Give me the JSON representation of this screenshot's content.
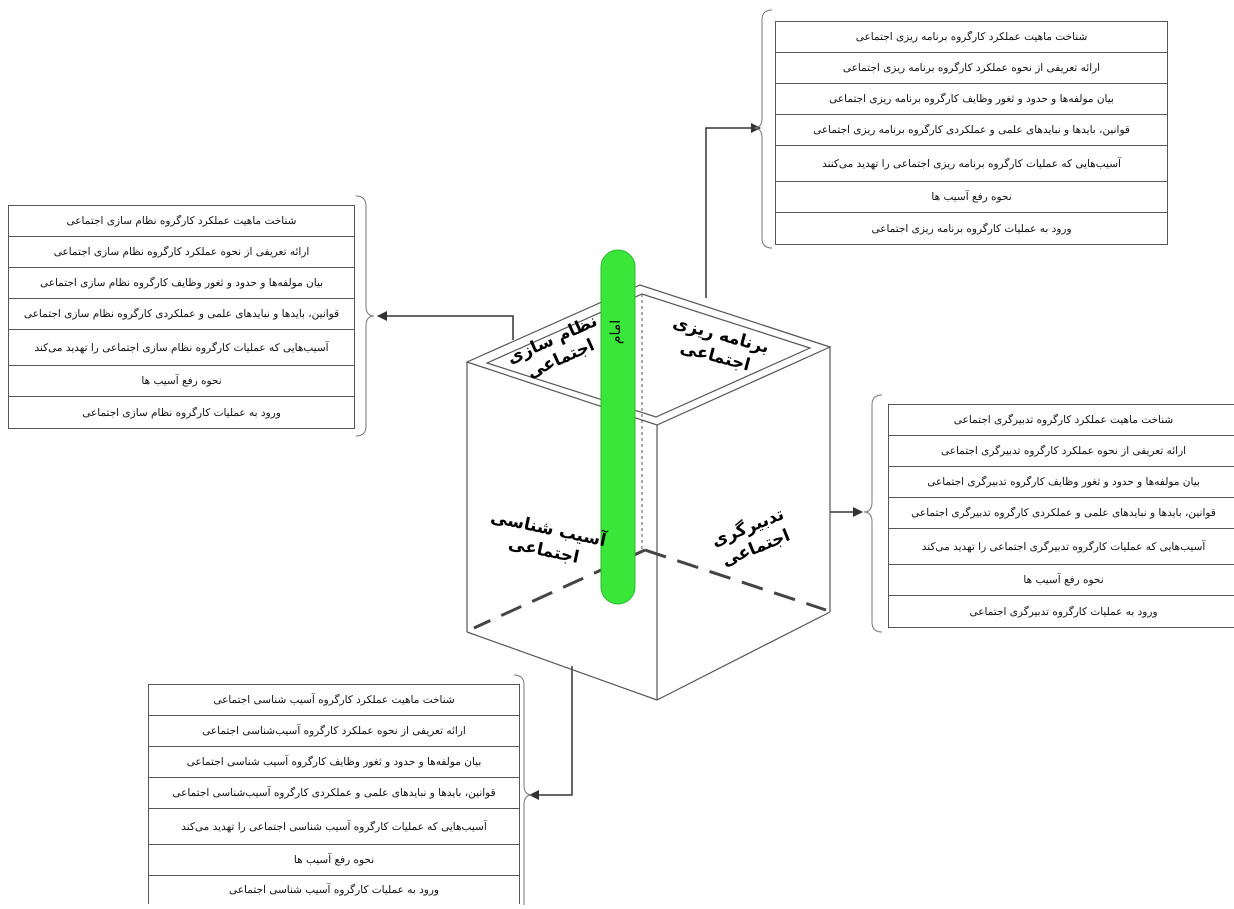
{
  "cube": {
    "top_right_label": [
      "برنامه ریزی",
      "اجتماعی"
    ],
    "top_left_label": [
      "نظام سازی",
      "اجتماعی"
    ],
    "left_label": [
      "آسیب شناسی",
      "اجتماعی"
    ],
    "right_label": [
      "تدبیرگری",
      "اجتماعی"
    ],
    "pillar_label": "امام",
    "pillar_color": "#39e639"
  },
  "panels": {
    "planning": {
      "rows": [
        "شناخت ماهیت عملکرد کارگروه برنامه ریزی اجتماعی",
        "ارائه تعریفی از نحوه عملکرد کارگروه برنامه ریزی اجتماعی",
        "بیان مولفه‌ها و حدود و ثغور وظایف کارگروه برنامه ریزی اجتماعی",
        "قوانین، بایدها و نبایدهای علمی و عملکردی کارگروه برنامه ریزی اجتماعی",
        "آسیب‌هایی که عملیات کارگروه برنامه ریزی اجتماعی را تهدید می‌کنند",
        "نحوه رفع آسیب ها",
        "ورود به عملیات کارگروه برنامه ریزی اجتماعی"
      ]
    },
    "system_building": {
      "rows": [
        "شناخت ماهیت عملکرد کارگروه نظام سازی اجتماعی",
        "ارائه تعریفی از نحوه عملکرد کارگروه نظام سازی اجتماعی",
        "بیان مولفه‌ها و حدود و ثغور وظایف کارگروه نظام سازی اجتماعی",
        "قوانین، بایدها و نبایدهای علمی و عملکردی کارگروه نظام سازی اجتماعی",
        "آسیب‌هایی که عملیات کارگروه نظام سازی اجتماعی را تهدید می‌کند",
        "نحوه رفع آسیب ها",
        "ورود به عملیات کارگروه نظام سازی اجتماعی"
      ]
    },
    "governance": {
      "rows": [
        "شناخت ماهیت عملکرد کارگروه تدبیرگری اجتماعی",
        "ارائه تعریفی از نحوه عملکرد کارگروه تدبیرگری اجتماعی",
        "بیان مولفه‌ها و حدود و ثغور وظایف کارگروه تدبیرگری  اجتماعی",
        "قوانین، بایدها و نبایدهای علمی و عملکردی کارگروه تدبیرگری اجتماعی",
        "آسیب‌هایی که عملیات کارگروه تدبیرگری اجتماعی را تهدید می‌کند",
        "نحوه رفع آسیب ها",
        "ورود به عملیات کارگروه تدبیرگری اجتماعی"
      ]
    },
    "pathology": {
      "rows": [
        "شناخت ماهیت عملکرد کارگروه آسیب شناسی اجتماعی",
        "ارائه تعریفی از نحوه عملکرد کارگروه آسیب‌شناسی اجتماعی",
        "بیان مولفه‌ها و حدود و ثغور وظایف کارگروه آسیب شناسی اجتماعی",
        "قوانین، بایدها و نبایدهای علمی و عملکردی کارگروه آسیب‌شناسی اجتماعی",
        "آسیب‌هایی که عملیات کارگروه آسیب شناسی اجتماعی را تهدید می‌کند",
        "نحوه رفع آسیب ها",
        "ورود به عملیات کارگروه آسیب شناسی اجتماعی"
      ]
    }
  }
}
